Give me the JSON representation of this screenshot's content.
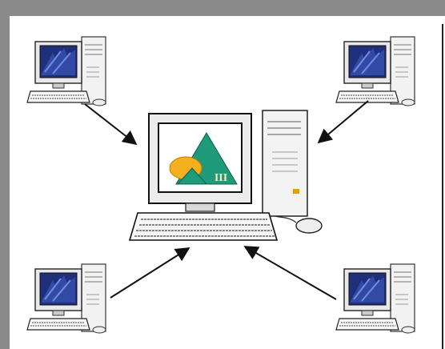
{
  "diagram": {
    "nodes": [
      {
        "id": "client-top-left",
        "role": "client workstation"
      },
      {
        "id": "client-top-right",
        "role": "client workstation"
      },
      {
        "id": "client-bottom-left",
        "role": "client workstation"
      },
      {
        "id": "client-bottom-right",
        "role": "client workstation"
      },
      {
        "id": "central-computer",
        "role": "central computer with logo on screen"
      }
    ],
    "edges": [
      {
        "from": "client-top-left",
        "to": "central-computer"
      },
      {
        "from": "client-top-right",
        "to": "central-computer"
      },
      {
        "from": "client-bottom-left",
        "to": "central-computer"
      },
      {
        "from": "client-bottom-right",
        "to": "central-computer"
      }
    ],
    "logo_text": "III",
    "colors": {
      "frame_gray": "#8a8a8a",
      "screen_blue": "#1f2f7a",
      "logo_green": "#1f9a7a",
      "logo_orange": "#f5b020",
      "arrow": "#111111"
    }
  }
}
